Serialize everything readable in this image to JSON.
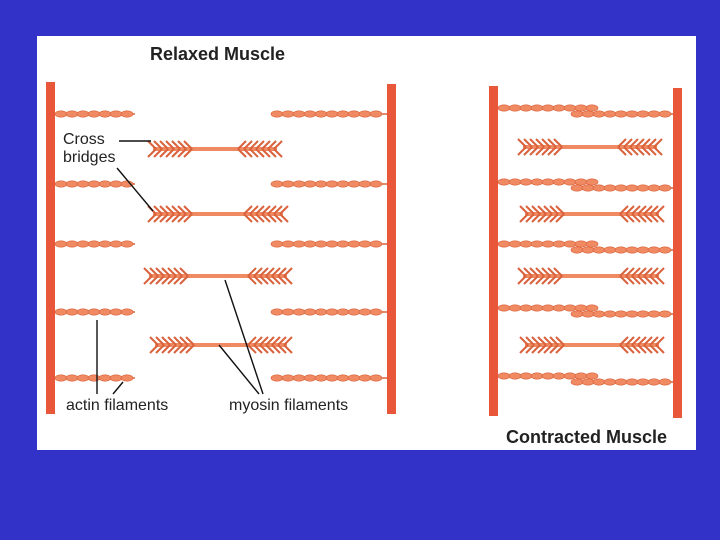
{
  "diagram": {
    "title_relaxed": "Relaxed Muscle",
    "title_contracted": "Contracted Muscle",
    "label_cross_bridges_line1": "Cross",
    "label_cross_bridges_line2": "bridges",
    "label_actin": "actin filaments",
    "label_myosin": "myosin filaments"
  },
  "colors": {
    "background": "#3232c8",
    "panel": "#ffffff",
    "z_line": "#e8573a",
    "filament": "#f08a62",
    "filament_stroke": "#d9623c",
    "text": "#222222"
  }
}
